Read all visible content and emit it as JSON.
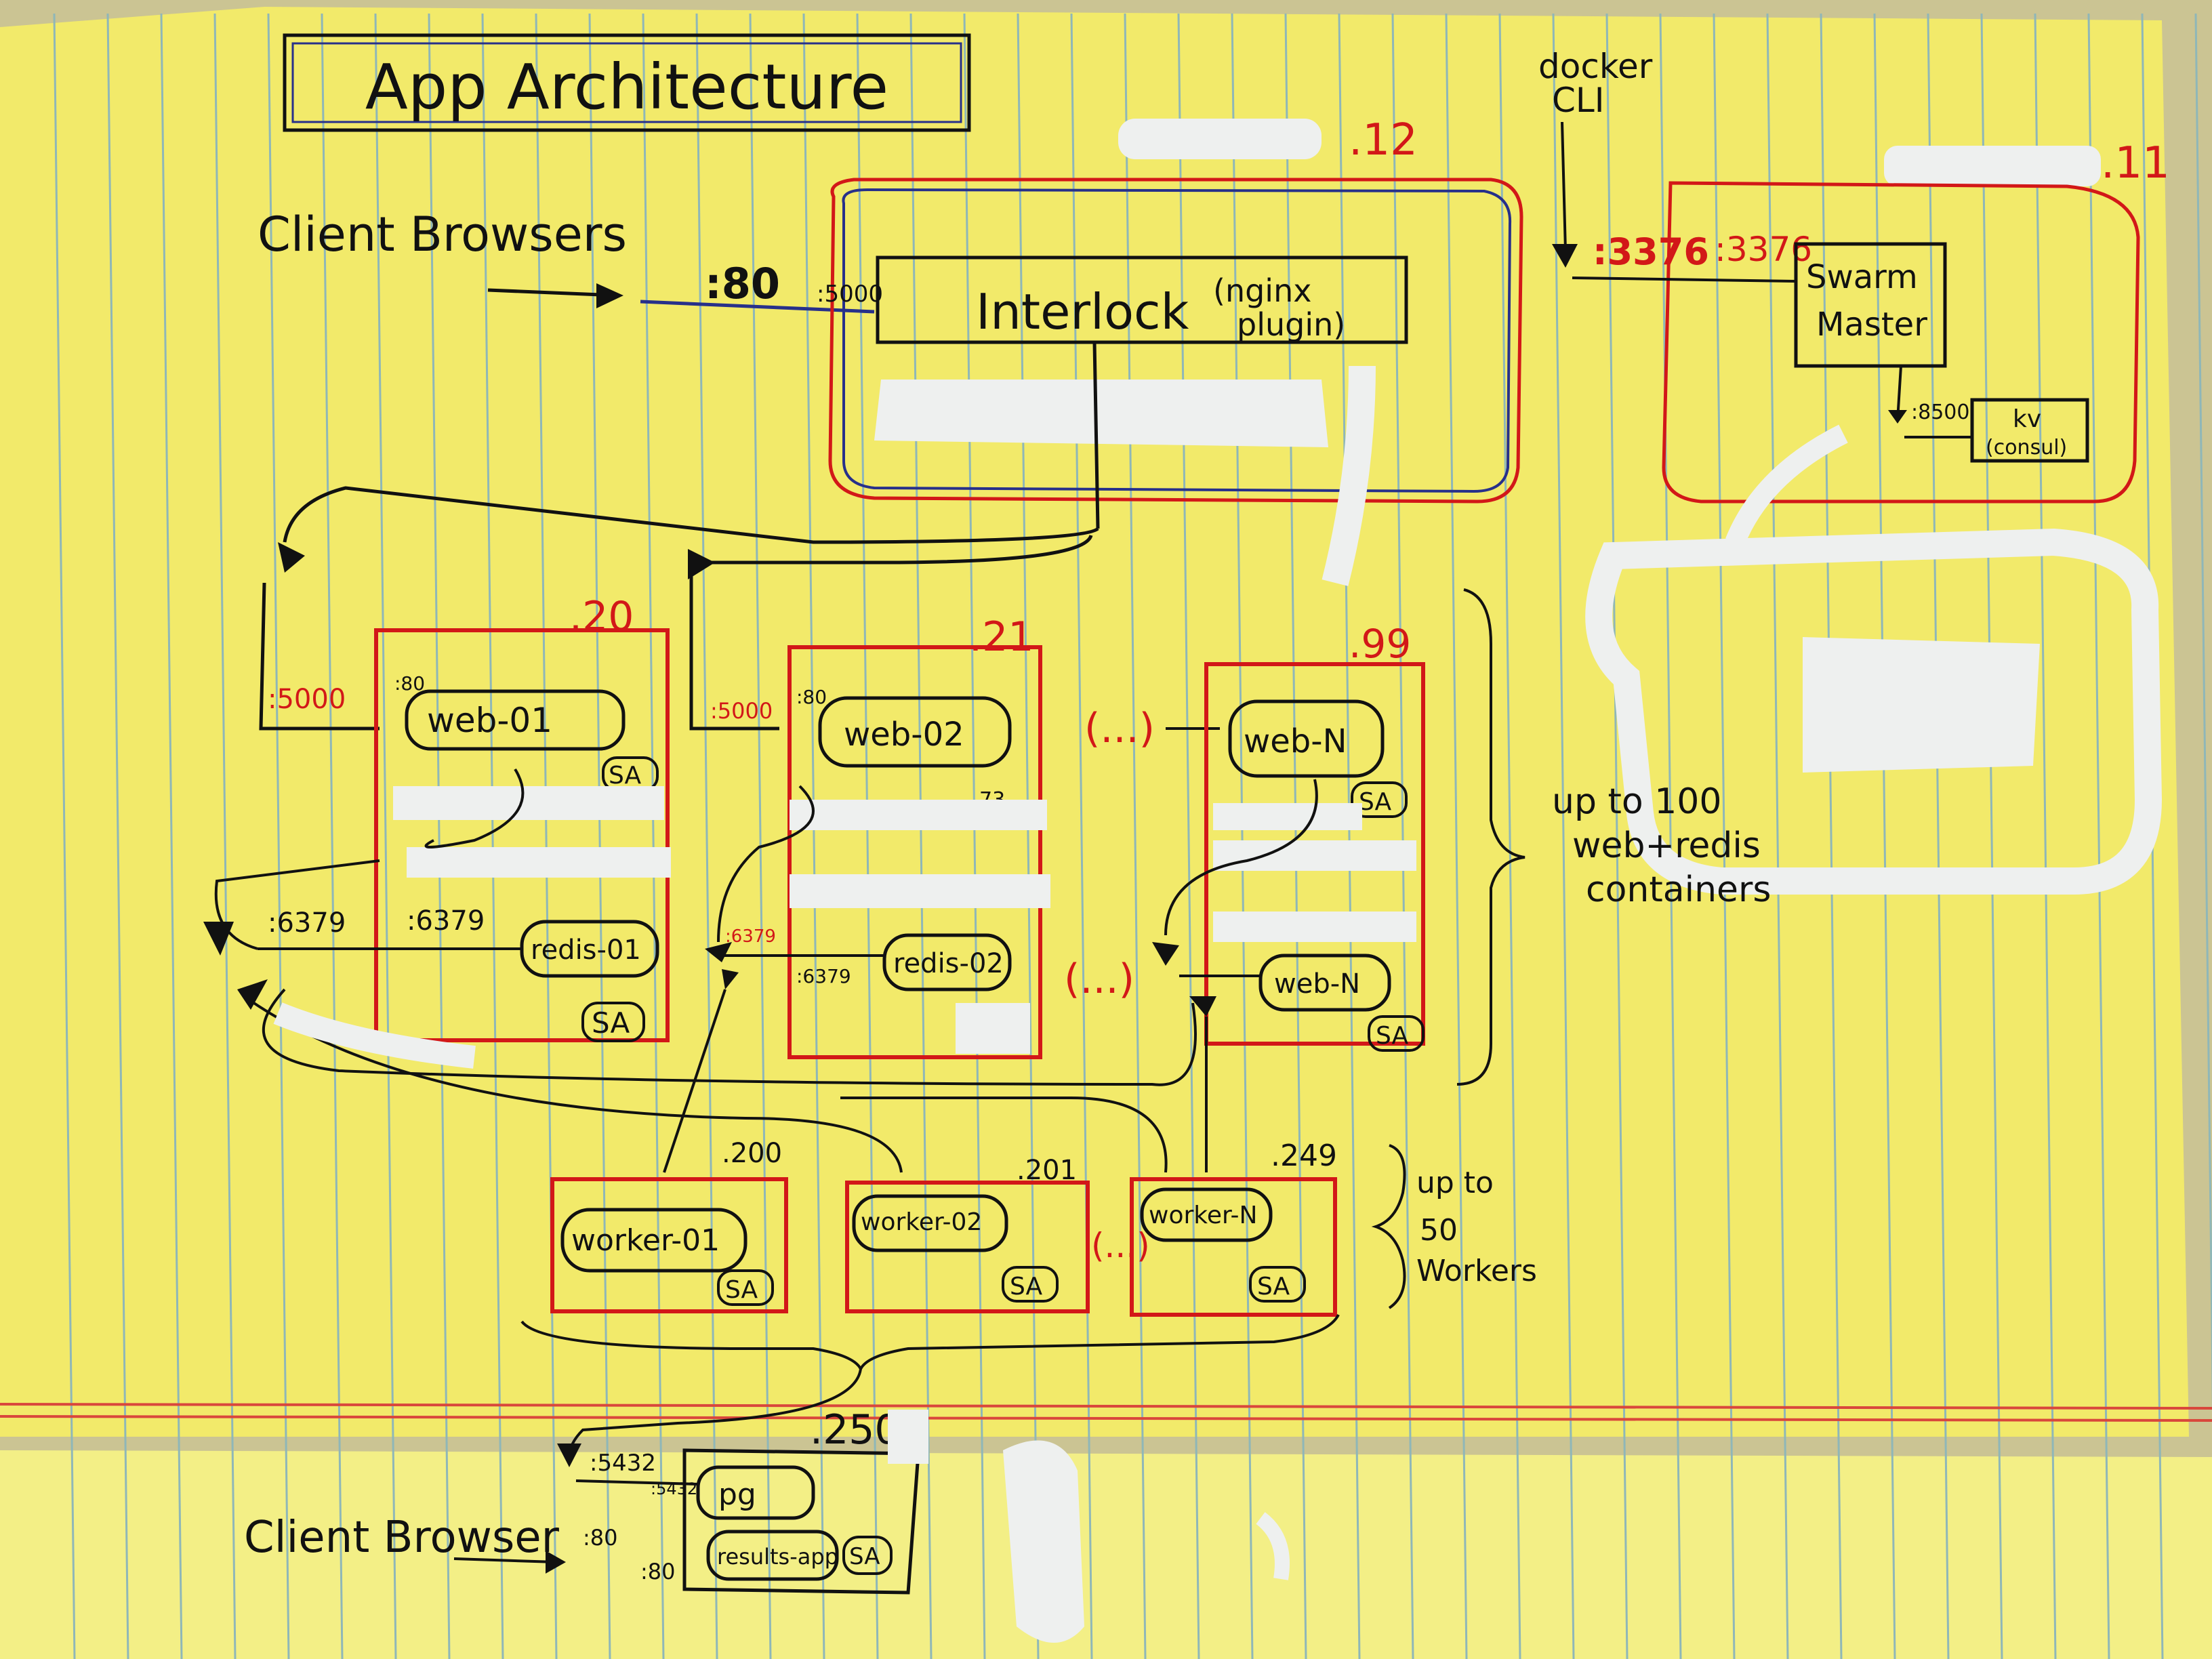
{
  "title": "App Architecture",
  "clients": {
    "top": "Client Browsers",
    "bottom": "Client Browser"
  },
  "docker_cli": {
    "line1": "docker",
    "line2": "CLI"
  },
  "hosts": {
    "interlock_host": {
      "ip": ".12",
      "port_public": ":80",
      "port_internal": ":5000",
      "service": "Interlock",
      "plugin_line1": "(nginx",
      "plugin_line2": "plugin)"
    },
    "swarm_host": {
      "ip": ".11",
      "port_external": ":3376",
      "port_internal": ":3376",
      "service_line1": "Swarm",
      "service_line2": "Master",
      "kv_port": ":8500",
      "kv_line1": "kv",
      "kv_line2": "(consul)"
    },
    "web_nodes": [
      {
        "ip": ".20",
        "web_port": ":5000",
        "web_inner_port": ":80",
        "web": "web-01",
        "web_sa": "SA",
        "redis_port": ":6379",
        "redis_inner_port": ":6379",
        "redis": "redis-01",
        "redis_sa": "SA"
      },
      {
        "ip": ".21",
        "web_port": ":5000",
        "web_inner_port": ":80",
        "web": "web-02",
        "web_sa": "73",
        "redis_port": ":6379",
        "redis_inner_port": ":6379",
        "redis": "redis-02",
        "redis_sa": ""
      },
      {
        "ip": ".99",
        "web_port": "",
        "web_inner_port": "",
        "web": "web-N",
        "web_sa": "SA",
        "redis_port": "",
        "redis_inner_port": "",
        "redis": "web-N",
        "redis_sa": "SA"
      }
    ],
    "ellipsis_web": "(...)",
    "ellipsis_redis": "(...)",
    "web_brace_line1": "up to 100",
    "web_brace_line2": "web+redis",
    "web_brace_line3": "containers",
    "worker_nodes": [
      {
        "ip": ".200",
        "worker": "worker-01",
        "sa": "SA"
      },
      {
        "ip": ".201",
        "worker": "worker-02",
        "sa": "SA"
      },
      {
        "ip": ".249",
        "worker": "worker-N",
        "sa": "SA"
      }
    ],
    "ellipsis_worker": "(...)",
    "worker_brace_line1": "up to",
    "worker_brace_line2": "50",
    "worker_brace_line3": "Workers",
    "db_host": {
      "ip": ".250",
      "pg_port": ":5432",
      "pg_inner_port": ":5432",
      "pg": "pg",
      "app_port": ":80",
      "app_inner_port": ":80",
      "app": "results-app",
      "sa": "SA"
    }
  },
  "colors": {
    "paper": "#f2ea6a",
    "rule_line": "#8fb7b8",
    "margin_line": "#d9473c",
    "ink": "#111111",
    "red_ink": "#d21818",
    "blue_ink": "#27308a",
    "whiteout": "#eef0ef"
  }
}
